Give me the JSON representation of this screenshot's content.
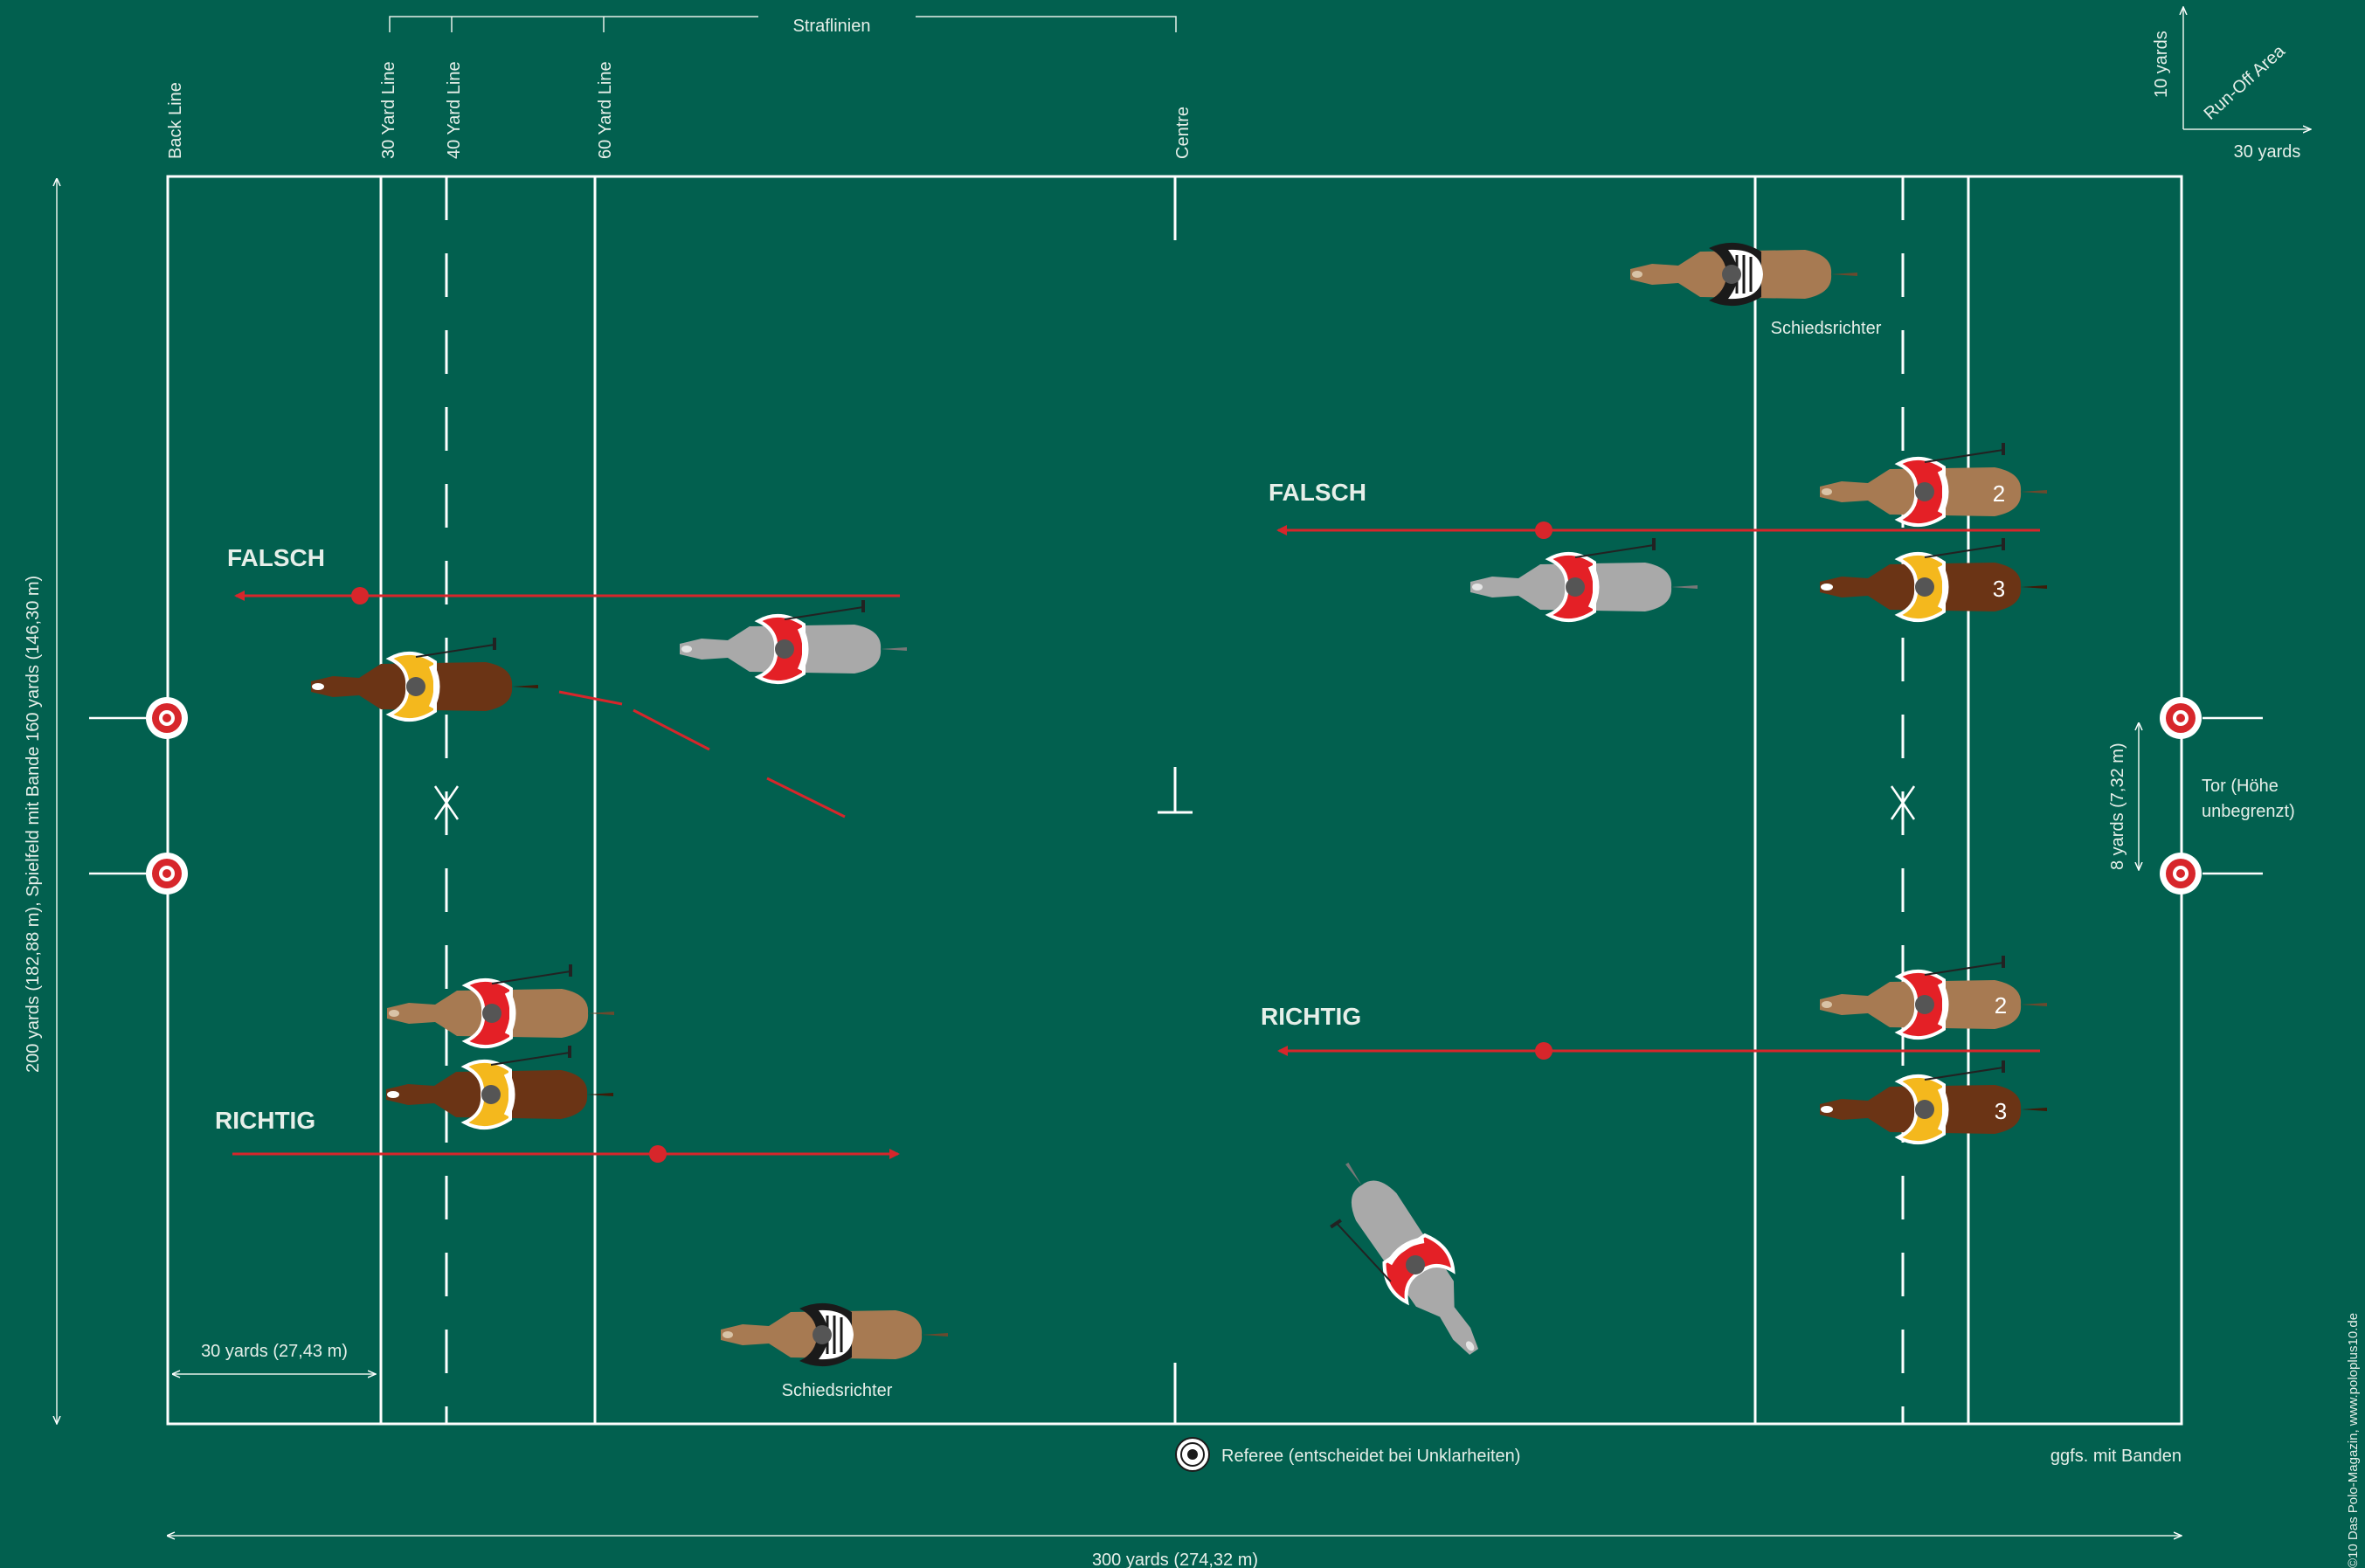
{
  "labels": {
    "straflinien": "Straflinien",
    "back_line": "Back Line",
    "yard30_line": "30 Yard Line",
    "yard40_line": "40 Yard Line",
    "yard60_line": "60 Yard Line",
    "centre": "Centre",
    "ten_yards": "10 yards",
    "run_off_area": "Run-Off Area",
    "thirty_yards_top": "30 yards",
    "left_dimension": "200 yards (182,88 m), Spielfeld mit Bande 160 yards (146,30 m)",
    "bottom_dimension": "300 yards (274,32 m)",
    "thirty_yards_bottom": "30 yards (27,43 m)",
    "eight_yards": "8 yards (7,32 m)",
    "tor_line1": "Tor (Höhe",
    "tor_line2": "unbegrenzt)",
    "schiedsrichter_top": "Schiedsrichter",
    "schiedsrichter_bottom": "Schiedsrichter",
    "referee": "Referee (entscheidet bei Unklarheiten)",
    "ggfs": "ggfs. mit Banden",
    "falsch_left": "FALSCH",
    "richtig_left": "RICHTIG",
    "falsch_right": "FALSCH",
    "richtig_right": "RICHTIG",
    "player_2_top": "2",
    "player_3_top": "3",
    "player_2_bottom": "2",
    "player_3_bottom": "3",
    "credit": "©10 Das Polo-Magazin, www.poloplus10.de"
  },
  "colors": {
    "field": "#02604f",
    "lines": "#ffffff",
    "arrow_red": "#d7262b",
    "team_red": "#e42026",
    "team_yellow": "#f4b81d",
    "horse_brown": "#6b3415",
    "horse_tan": "#a77a52",
    "horse_grey": "#a9a9a9"
  }
}
